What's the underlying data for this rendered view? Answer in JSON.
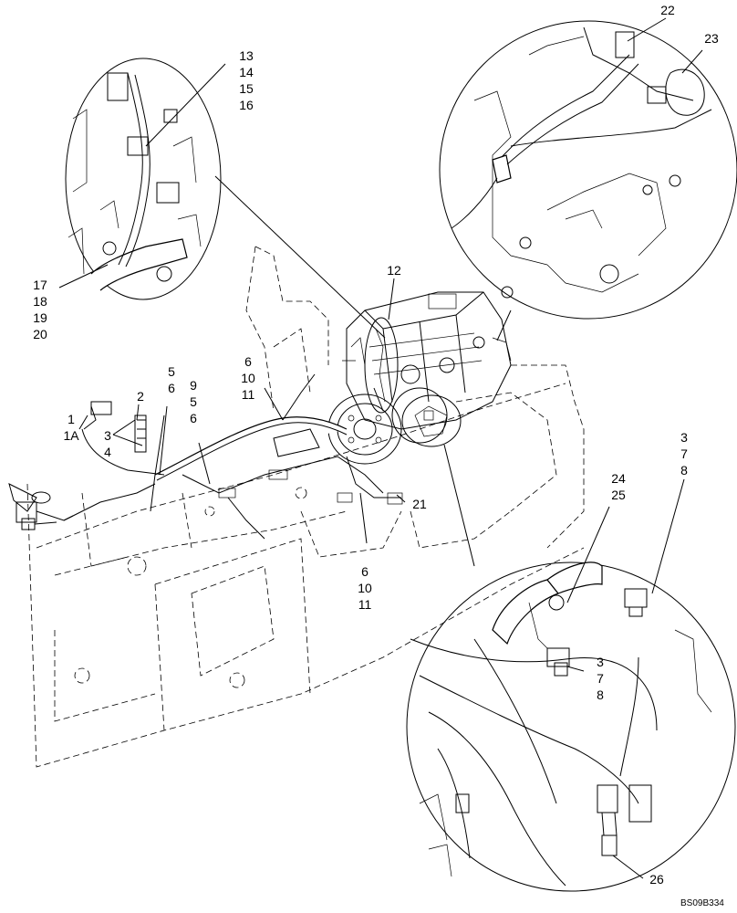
{
  "drawing_ref": "BS09B334",
  "callouts": {
    "c_13_16": [
      "13",
      "14",
      "15",
      "16"
    ],
    "c_17_20": [
      "17",
      "18",
      "19",
      "20"
    ],
    "c_22": [
      "22"
    ],
    "c_23": [
      "23"
    ],
    "c_12": [
      "12"
    ],
    "c_6_10_11_top": [
      "6",
      "10",
      "11"
    ],
    "c_5_6": [
      "5",
      "6"
    ],
    "c_9_5_6": [
      "9",
      "5",
      "6"
    ],
    "c_2": [
      "2"
    ],
    "c_1_1a": [
      "1",
      "1A"
    ],
    "c_3_4": [
      "3",
      "4"
    ],
    "c_21": [
      "21"
    ],
    "c_6_10_11_bottom": [
      "6",
      "10",
      "11"
    ],
    "c_24_25": [
      "24",
      "25"
    ],
    "c_3_7_8_right": [
      "3",
      "7",
      "8"
    ],
    "c_3_7_8_detail": [
      "3",
      "7",
      "8"
    ],
    "c_26": [
      "26"
    ]
  }
}
